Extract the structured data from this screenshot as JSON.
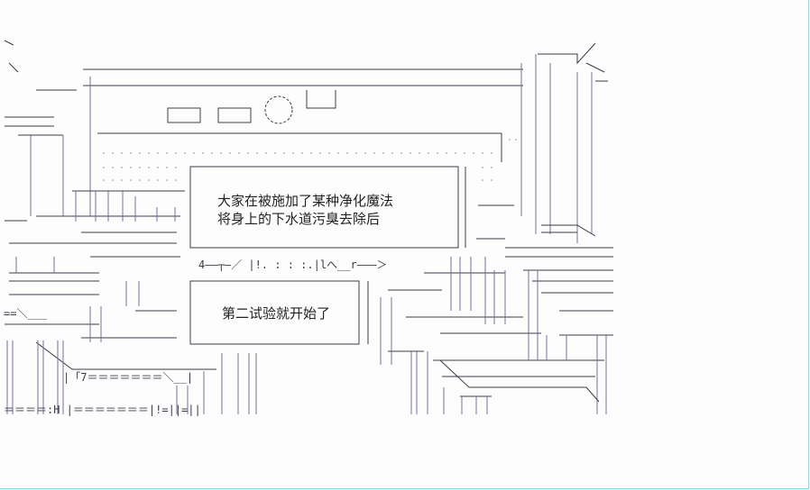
{
  "caption_top": {
    "line1": "大家在被施加了某种净化魔法",
    "line2": "将身上的下水道污臭去除后"
  },
  "caption_bottom": {
    "line1": "第二试验就开始了"
  },
  "art_rows": {
    "arrow_row": "4――┬―／ |!. : : :.|lへ__r―――＞",
    "equals_row_1": "==＼___",
    "equals_row_2": "|「7＝＝＝＝＝＝＝＼__|",
    "bottom_row": "＝＝＝＝:H |＝＝＝＝＝＝＝|!=||=||"
  },
  "colors": {
    "line": "#3a3a48",
    "accent": "#7a6aa8",
    "border": "#8fd6e6"
  }
}
